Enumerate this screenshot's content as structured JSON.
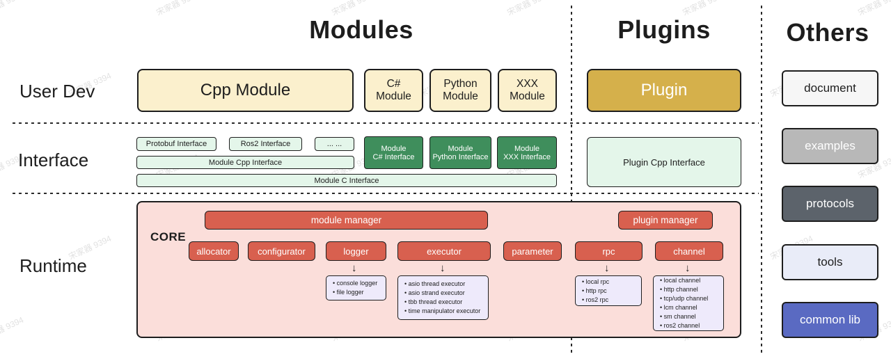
{
  "watermark": {
    "text": "宋家器 9394"
  },
  "headers": {
    "modules": "Modules",
    "plugins": "Plugins",
    "others": "Others"
  },
  "row_labels": {
    "user_dev": "User Dev",
    "interface": "Interface",
    "runtime": "Runtime"
  },
  "user_dev": {
    "cpp_module": "Cpp Module",
    "csharp_module": "C#\nModule",
    "python_module": "Python\nModule",
    "xxx_module": "XXX\nModule",
    "plugin": "Plugin"
  },
  "interface": {
    "protobuf": "Protobuf Interface",
    "ros2": "Ros2 Interface",
    "ellipsis": "... ...",
    "module_cpp": "Module Cpp Interface",
    "module_c": "Module C Interface",
    "module_csharp": "Module\nC# Interface",
    "module_python": "Module\nPython Interface",
    "module_xxx": "Module\nXXX Interface",
    "plugin_cpp": "Plugin Cpp Interface"
  },
  "runtime": {
    "core": "CORE",
    "module_manager": "module manager",
    "plugin_manager": "plugin manager",
    "components": [
      "allocator",
      "configurator",
      "logger",
      "executor",
      "parameter",
      "rpc",
      "channel"
    ],
    "logger_items": [
      "console logger",
      "file logger"
    ],
    "executor_items": [
      "asio thread executor",
      "asio strand executor",
      "tbb thread executor",
      "time manipulator executor"
    ],
    "rpc_items": [
      "local rpc",
      "http rpc",
      "ros2 rpc"
    ],
    "channel_items": [
      "local channel",
      "http channel",
      "tcp/udp channel",
      "lcm channel",
      "sm channel",
      "ros2 channel"
    ]
  },
  "others": [
    {
      "label": "document"
    },
    {
      "label": "examples"
    },
    {
      "label": "protocols"
    },
    {
      "label": "tools"
    },
    {
      "label": "common lib"
    }
  ],
  "icons": {
    "arrow_down": "↓"
  },
  "colors": {
    "ink": "#1d1d1d",
    "cream": "#fbf0cd",
    "gold": "#d5b04b",
    "lgreen": "#e4f6ea",
    "dgreen": "#3f8e5c",
    "pink": "#fbdeda",
    "red": "#d8604f",
    "purple": "#eeeafb",
    "others_document": "#f6f6f6",
    "others_examples": "#b8b8b8",
    "others_protocols": "#5c636b",
    "others_tools": "#e9ecf8",
    "others_commonlib": "#5a6ac2"
  }
}
